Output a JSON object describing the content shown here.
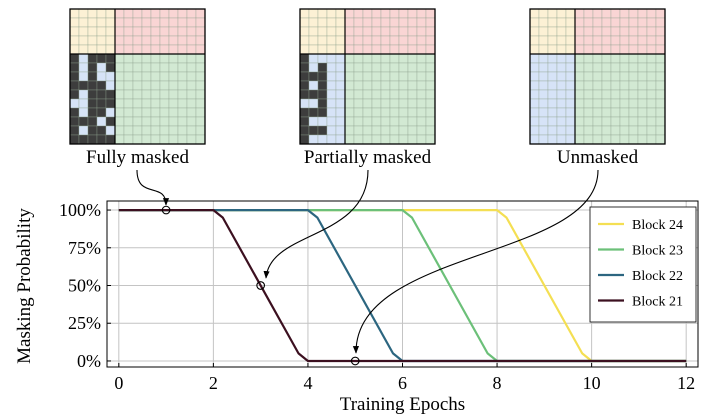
{
  "mask_panels": [
    {
      "label": "Fully masked",
      "state": "full"
    },
    {
      "label": "Partially masked",
      "state": "partial"
    },
    {
      "label": "Unmasked",
      "state": "none"
    }
  ],
  "colors": {
    "top_left": "#fcf1d5",
    "top_right": "#f9d5d4",
    "bottom_left": "#d6e3f7",
    "bottom_right": "#d2e9d3",
    "masked_cell": "#3d3d3d",
    "grid_line": "#8fa28f",
    "border": "#000000",
    "arrow": "#000000"
  },
  "chart_data": {
    "type": "line",
    "xlabel": "Training Epochs",
    "ylabel": "Masking Probability",
    "xlim": [
      -0.25,
      12.25
    ],
    "ylim": [
      -0.04,
      1.06
    ],
    "xticks": [
      0,
      2,
      4,
      6,
      8,
      10,
      12
    ],
    "yticks": [
      0,
      0.25,
      0.5,
      0.75,
      1.0
    ],
    "ytick_labels": [
      "0%",
      "25%",
      "50%",
      "75%",
      "100%"
    ],
    "grid": true,
    "legend_position": "top-right",
    "series": [
      {
        "name": "Block 24",
        "color": "#f4df53",
        "points": [
          [
            0,
            1
          ],
          [
            8,
            1
          ],
          [
            8.2,
            0.95
          ],
          [
            9.8,
            0.05
          ],
          [
            10,
            0
          ],
          [
            12,
            0
          ]
        ]
      },
      {
        "name": "Block 23",
        "color": "#6cc079",
        "points": [
          [
            0,
            1
          ],
          [
            6,
            1
          ],
          [
            6.2,
            0.95
          ],
          [
            7.8,
            0.05
          ],
          [
            8,
            0
          ],
          [
            12,
            0
          ]
        ]
      },
      {
        "name": "Block 22",
        "color": "#2c6680",
        "points": [
          [
            0,
            1
          ],
          [
            4,
            1
          ],
          [
            4.2,
            0.95
          ],
          [
            5.8,
            0.05
          ],
          [
            6,
            0
          ],
          [
            12,
            0
          ]
        ]
      },
      {
        "name": "Block 21",
        "color": "#3c1020",
        "points": [
          [
            0,
            1
          ],
          [
            2,
            1
          ],
          [
            2.2,
            0.95
          ],
          [
            3.8,
            0.05
          ],
          [
            4,
            0
          ],
          [
            12,
            0
          ]
        ]
      }
    ],
    "markers": [
      {
        "x": 1,
        "y": 1.0
      },
      {
        "x": 3,
        "y": 0.5
      },
      {
        "x": 5,
        "y": 0.0
      }
    ]
  }
}
